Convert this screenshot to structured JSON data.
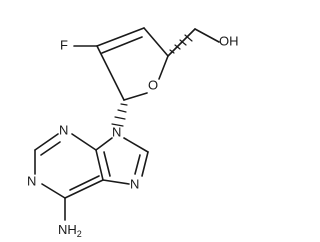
{
  "molecule": {
    "atoms": {
      "fluorine": "F",
      "ring_oxygen": "O",
      "hydroxyl": "OH",
      "n1": "N",
      "n3": "N",
      "n7": "N",
      "n9": "N",
      "amine": "NH",
      "amine_subscript": "2"
    }
  }
}
